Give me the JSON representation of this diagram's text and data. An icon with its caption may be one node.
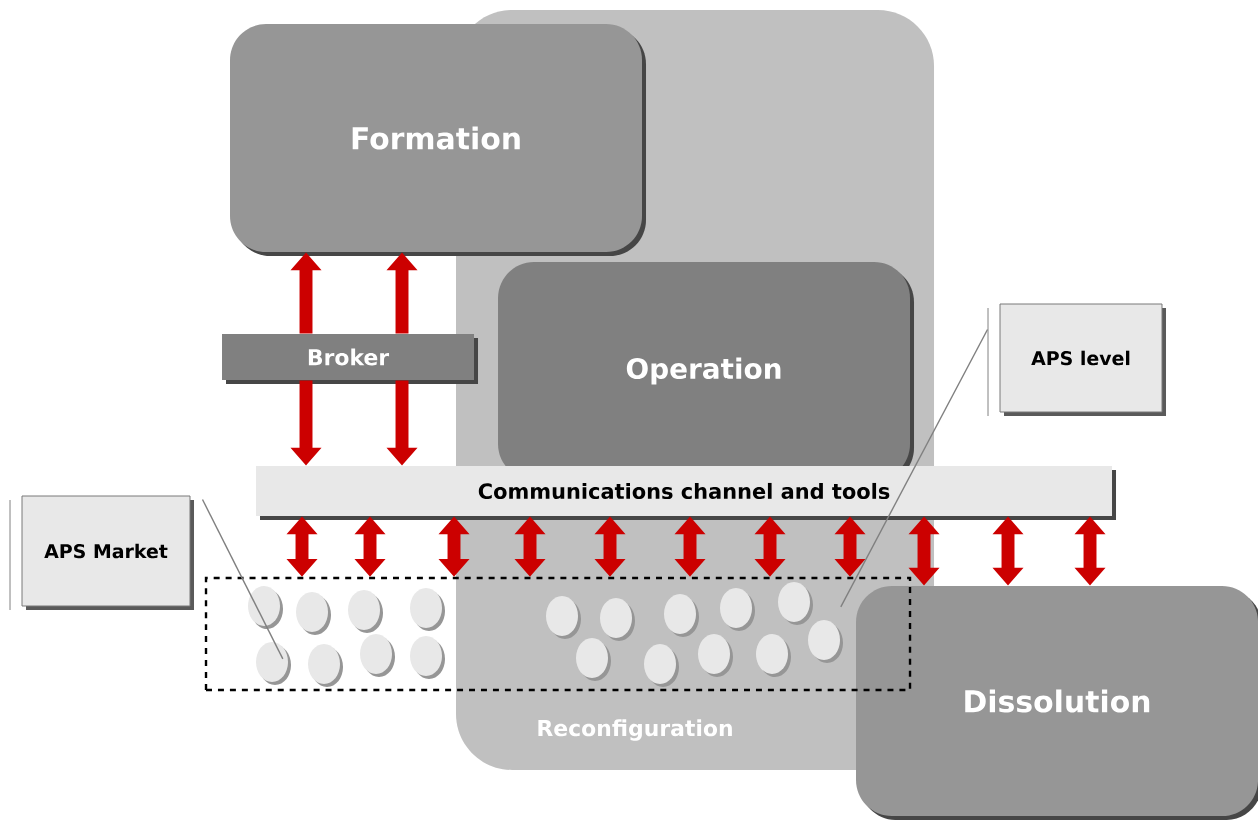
{
  "diagram": {
    "nodes": [
      {
        "text": [
          "Reconfiguration"
        ]
      },
      {
        "text": [
          "Formation"
        ]
      },
      {
        "text": [
          "Operation"
        ],
        "in": 0
      },
      {
        "text": [
          "Broker"
        ]
      },
      {
        "text": [
          "Communications channel and tools"
        ]
      },
      {
        "text": [
          "Dissolution"
        ]
      },
      {
        "text": [
          "APS Market"
        ]
      },
      {
        "text": [
          "APS level"
        ]
      },
      {
        "text": [],
        "shape": "box"
      }
    ],
    "edges": [
      {
        "from": 3,
        "to": 1,
        "arrow": "to"
      },
      {
        "from": 3,
        "to": 1,
        "arrow": "to"
      },
      {
        "from": 3,
        "to": 4,
        "arrow": "to"
      },
      {
        "from": 3,
        "to": 4,
        "arrow": "to"
      },
      {
        "from": 4,
        "to": 8,
        "arrow": "both"
      },
      {
        "from": 4,
        "to": 8,
        "arrow": "both"
      },
      {
        "from": 4,
        "to": 8,
        "arrow": "both"
      },
      {
        "from": 4,
        "to": 8,
        "arrow": "both"
      },
      {
        "from": 4,
        "to": 8,
        "arrow": "both"
      },
      {
        "from": 4,
        "to": 8,
        "arrow": "both"
      },
      {
        "from": 4,
        "to": 8,
        "arrow": "both"
      },
      {
        "from": 4,
        "to": 8,
        "arrow": "both"
      },
      {
        "from": 4,
        "to": 5,
        "arrow": "both"
      },
      {
        "from": 4,
        "to": 5,
        "arrow": "both"
      },
      {
        "from": 4,
        "to": 5,
        "arrow": "both"
      },
      {
        "from": 6,
        "to": 8,
        "arrow": "none",
        "color": "#808080"
      },
      {
        "from": 7,
        "to": 8,
        "arrow": "none",
        "color": "#808080"
      }
    ]
  }
}
